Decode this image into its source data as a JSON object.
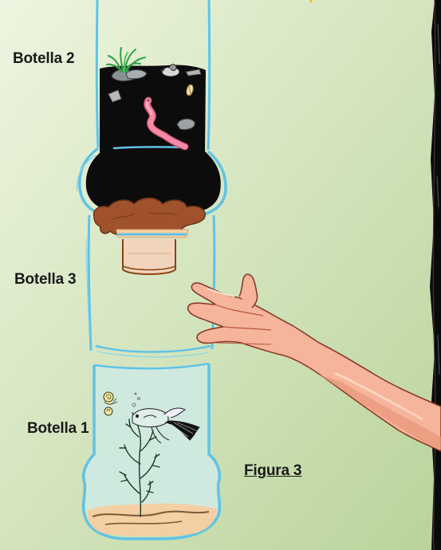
{
  "labels": {
    "bottle_2": "Botella 2",
    "bottle_3": "Botella 3",
    "bottle_1": "Botella 1",
    "figure": "Figura 3"
  },
  "colors": {
    "background_light": "#eef5e0",
    "background_dark": "#b9d39a",
    "soil": "#0c0c0c",
    "bottle_outline": "#5fc3e6",
    "water": "#cfe9df",
    "sand": "#f4cfa3",
    "cloth": "#a0522d",
    "hand": "#f6b59b",
    "worm": "#f48aa6"
  },
  "icons": [
    "grass-icon",
    "snail-icon",
    "worm-icon",
    "seed-icon",
    "rock-icon",
    "fish-icon",
    "water-plant-icon",
    "hand-icon"
  ]
}
